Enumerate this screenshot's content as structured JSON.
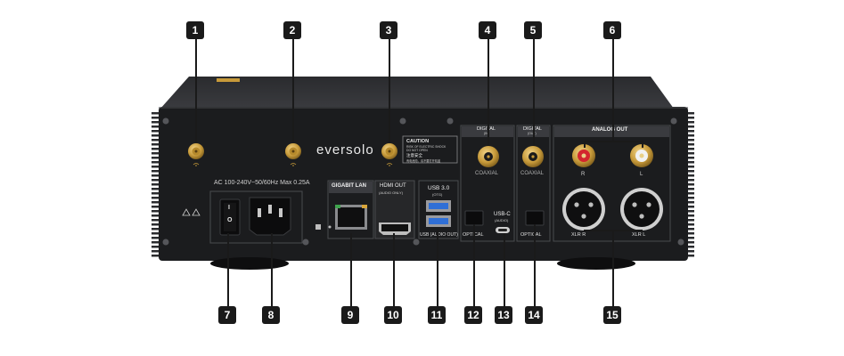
{
  "product": {
    "brand_logo": "eversolo",
    "power_rating": "AC 100-240V~50/60Hz Max 0.25A",
    "caution": {
      "title": "CAUTION",
      "line1": "RISK OF ELECTRIC SHOCK",
      "line2": "DO NOT OPEN",
      "cn_title": "注意安全",
      "cn_line": "有电危险，请不要打开机盖"
    },
    "port_labels": {
      "gigabit_lan": "GIGABIT LAN",
      "hdmi_out": "HDMI OUT",
      "hdmi_sub": "(AUDIO ONLY)",
      "usb30": "USB 3.0",
      "usb30_sub": "(OTG)",
      "usb_audio_out": "USB (AUDIO OUT)",
      "digital_in": "DIGITAL",
      "digital_in_sub": "(IN)",
      "digital_out": "DIGITAL",
      "digital_out_sub": "(OUT)",
      "coaxial_in": "COAXIAL",
      "coaxial_out": "COAXIAL",
      "optical_in": "OPTICAL",
      "optical_out": "OPTICAL",
      "usbc": "USB-C",
      "usbc_sub": "(AUDIO)",
      "analog_out": "ANALOG OUT",
      "rca_r": "R",
      "rca_l": "L",
      "xlr_r": "XLR R",
      "xlr_l": "XLR L",
      "switch_on": "I",
      "switch_off": "O"
    }
  },
  "callouts": [
    "1",
    "2",
    "3",
    "4",
    "5",
    "6",
    "7",
    "8",
    "9",
    "10",
    "11",
    "12",
    "13",
    "14",
    "15"
  ],
  "colors": {
    "chassis": "#1b1c1e",
    "panel_border": "#5a5b5e",
    "gold": "#c79a3a",
    "usb_blue": "#2f6fd6",
    "rca_red": "#d3262e",
    "badge": "#1a1a1a"
  },
  "icons": [
    "wifi-antenna-icon",
    "warning-triangle-icon",
    "power-switch-icon",
    "iec-inlet-icon",
    "ethernet-port-icon",
    "hdmi-port-icon",
    "usb-a-port-icon",
    "usb-c-port-icon",
    "optical-port-icon",
    "coaxial-port-icon",
    "rca-port-icon",
    "xlr-port-icon"
  ]
}
